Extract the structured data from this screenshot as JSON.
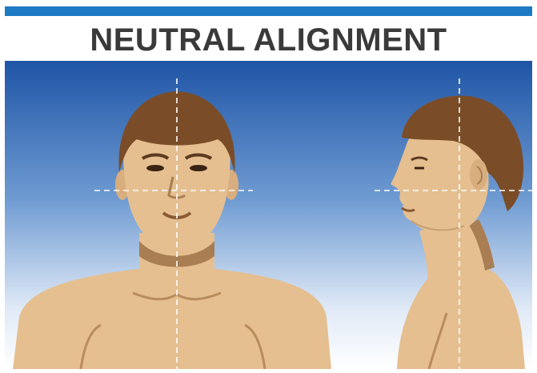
{
  "header": {
    "title": "NEUTRAL ALIGNMENT"
  },
  "colors": {
    "accent_bar": "#1d7bc4",
    "title_text": "#3a3a3a",
    "background_top": "#1f55a6",
    "background_bottom": "#ffffff",
    "skin": "#e5bf90",
    "skin_shadow": "#a97e52",
    "hair": "#7a4d28",
    "guide_line": "#ffffff"
  },
  "illustration": {
    "front_view_icon": "front-head-view",
    "side_view_icon": "side-head-profile-view",
    "guides": "dashed-alignment-crosshairs"
  }
}
